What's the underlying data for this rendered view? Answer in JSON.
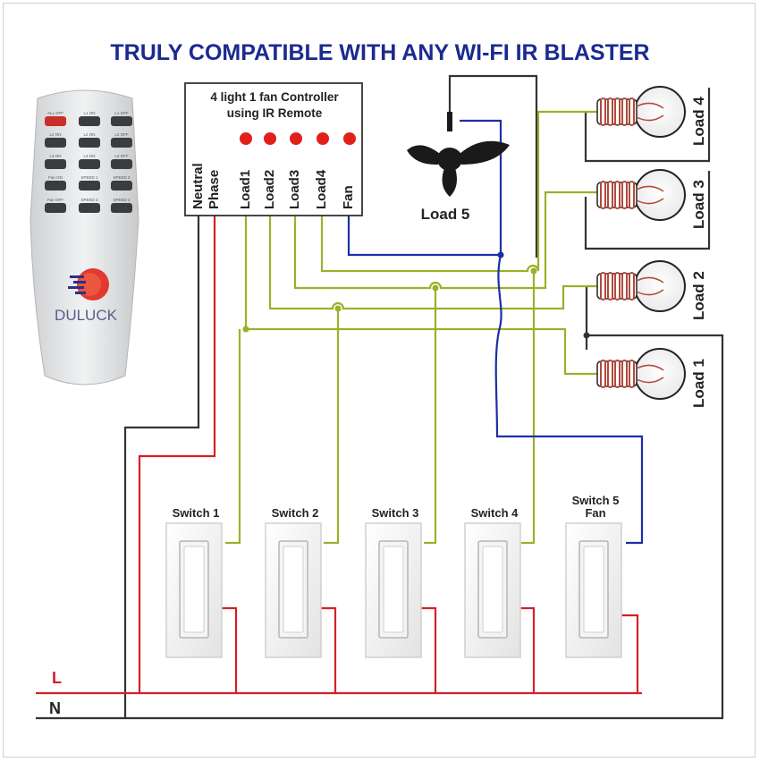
{
  "title": "TRULY COMPATIBLE WITH ANY WI-FI IR BLASTER",
  "remote": {
    "brand": "DULUCK",
    "buttons": [
      [
        "ALL OFF",
        "L1 ON",
        "L1 OFF"
      ],
      [
        "L2 ON",
        "L2 ON",
        "L2 OFF"
      ],
      [
        "L3 ON",
        "L3 ON",
        "L3 OFF"
      ],
      [
        "Fan ON",
        "SPEED 1",
        "SPEED 2"
      ],
      [
        "Fan OFF",
        "SPEED 3",
        "SPEED 4"
      ]
    ]
  },
  "controller": {
    "title_line1": "4 light 1 fan Controller",
    "title_line2": "using IR Remote",
    "terminals": [
      "Neutral",
      "Phase",
      "Load1",
      "Load2",
      "Load3",
      "Load4",
      "Fan"
    ]
  },
  "fan_label": "Load 5",
  "loads": [
    "Load 4",
    "Load 3",
    "Load 2",
    "Load 1"
  ],
  "switches": [
    {
      "line1": "",
      "line2": "Switch 1"
    },
    {
      "line1": "",
      "line2": "Switch 2"
    },
    {
      "line1": "",
      "line2": "Switch 3"
    },
    {
      "line1": "",
      "line2": "Switch 4"
    },
    {
      "line1": "Switch 5",
      "line2": "Fan"
    }
  ],
  "lines": {
    "live": "L",
    "neutral": "N"
  },
  "colors": {
    "title": "#1b2a8f",
    "live_wire": "#d42027",
    "neutral_wire": "#333333",
    "load_wire": "#9cb02a",
    "fan_wire": "#1c2fa6",
    "indicator": "#e0201b"
  }
}
